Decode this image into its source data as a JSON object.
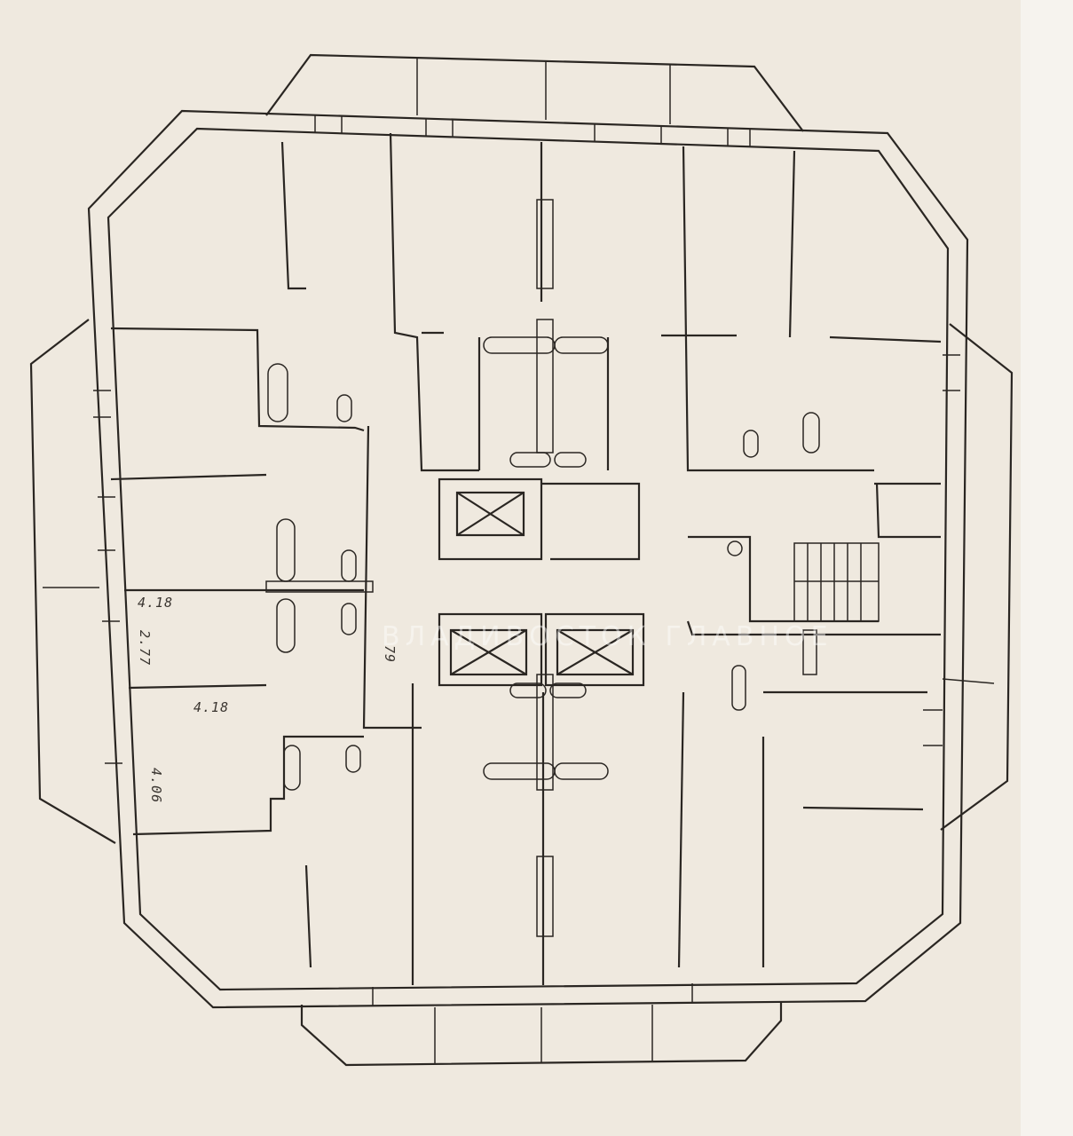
{
  "plan": {
    "dimensions": {
      "room_a_width": "4.18",
      "room_a_depth": "2.77",
      "room_b_width": "4.18",
      "room_b_depth": "4.06",
      "corridor_width": "79"
    },
    "watermark_text": "ВЛАДИВОСТОК ГЛАВНОЕ",
    "colors": {
      "paper": "#efe9df",
      "ink": "#2a2622"
    }
  }
}
